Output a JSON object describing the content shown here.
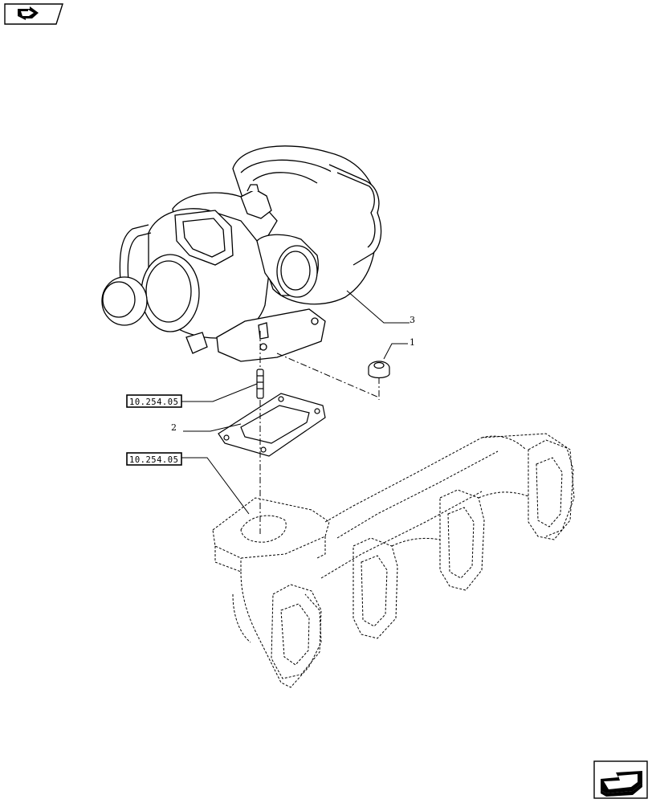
{
  "nav": {
    "prev_icon": "page-back-arrow-icon",
    "next_icon": "page-next-arrow-icon"
  },
  "callouts": {
    "part_1": "1",
    "part_2": "2",
    "part_3": "3"
  },
  "references": {
    "ref_upper": "10.254.05",
    "ref_lower": "10.254.05"
  },
  "colors": {
    "line": "#000000",
    "background": "#ffffff"
  }
}
